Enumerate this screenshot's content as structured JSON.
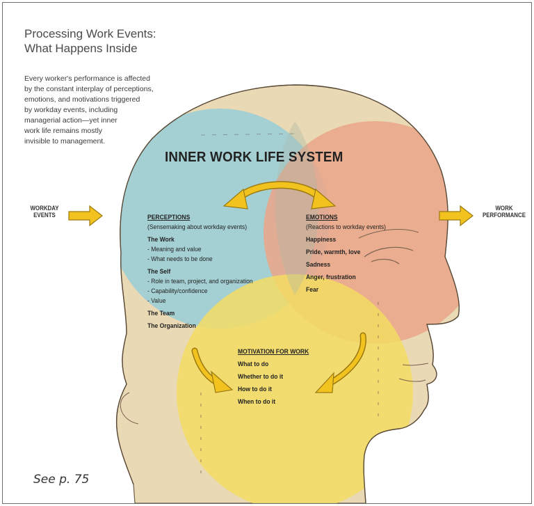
{
  "title": {
    "line1": "Processing Work Events:",
    "line2": "What Happens Inside"
  },
  "intro_lines": [
    "Every worker's performance is affected",
    "by the constant interplay of perceptions,",
    "emotions, and motivations triggered",
    "by workday events, including",
    "managerial action—yet inner",
    "work life remains mostly",
    "invisible to management."
  ],
  "system_title": "INNER WORK LIFE SYSTEM",
  "input": {
    "line1": "WORKDAY",
    "line2": "EVENTS"
  },
  "output": {
    "line1": "WORK",
    "line2": "PERFORMANCE"
  },
  "perceptions": {
    "heading": "PERCEPTIONS",
    "subheading": "(Sensemaking about workday events)",
    "work_heading": "The Work",
    "work_items": [
      "- Meaning and value",
      "- What needs to be done"
    ],
    "self_heading": "The Self",
    "self_items": [
      "- Role in team, project, and organization",
      "- Capability/confidence",
      "- Value"
    ],
    "team": "The Team",
    "organization": "The Organization"
  },
  "emotions": {
    "heading": "EMOTIONS",
    "subheading": "(Reactions to workday events)",
    "items": [
      "Happiness",
      "Pride, warmth, love",
      "Sadness",
      "Anger, frustration",
      "Fear"
    ]
  },
  "motivation": {
    "heading": "MOTIVATION FOR WORK",
    "items": [
      "What to do",
      "Whether to do it",
      "How to do it",
      "When to do it"
    ]
  },
  "caption": "See p. 75",
  "colors": {
    "perceptions": "#9ecfd6",
    "emotions": "#eba488",
    "motivation": "#f3dc63",
    "skin": "#e9d9b4",
    "arrow": "#f2c21f",
    "arrow_outline": "#9a7a10"
  }
}
